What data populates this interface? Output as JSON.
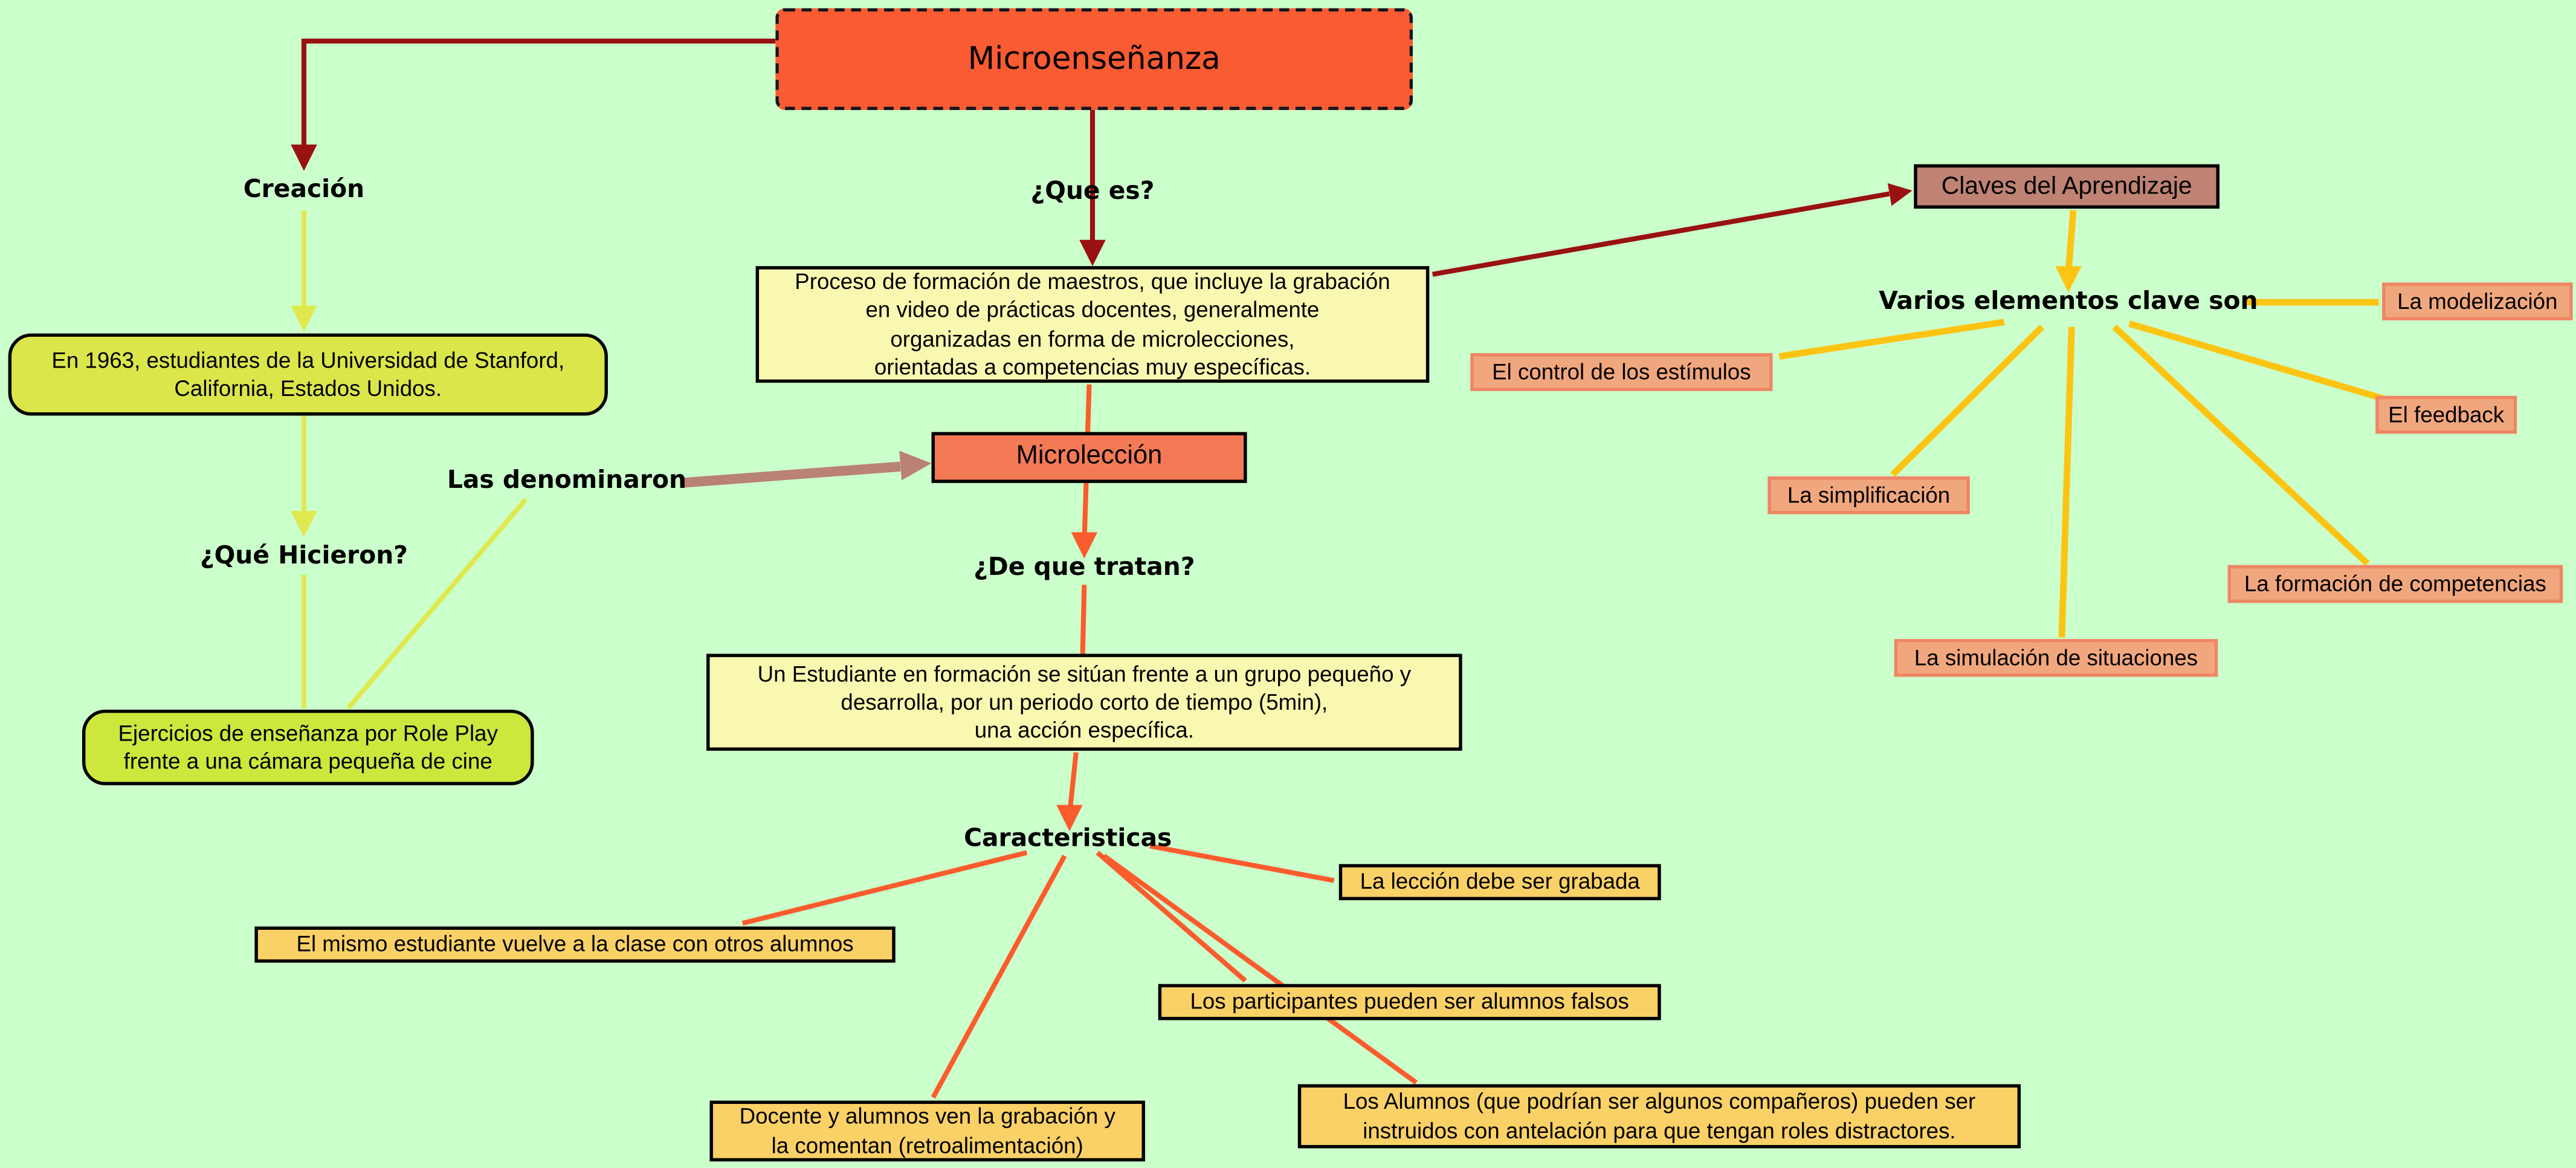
{
  "colors": {
    "page_bg": "#cbffcb",
    "dark_red": "#991111",
    "yellow_green": "#dfe94f",
    "orange": "#fb5c2d",
    "amber": "#fdc414",
    "rosy": "#ba8176",
    "title_fill": "#f95b33",
    "green_box_fill": "#dbe64b",
    "roleplay_fill": "#cde73d",
    "pale_yellow_fill": "#f8f8b0",
    "microleccion_fill": "#f47a55",
    "claves_fill": "#bf8273",
    "salmon_fill": "#f1a77e",
    "salmon_border": "#ef8663",
    "gold_fill": "#fad166"
  },
  "nodes": {
    "title": "Microenseñanza",
    "creacion": "Creación",
    "stanford": "En 1963, estudiantes de la Universidad de Stanford,\nCalifornia, Estados Unidos.",
    "que_es": "¿Que es?",
    "proceso": "Proceso de formación de maestros, que incluye la grabación\nen video de prácticas docentes, generalmente\norganizadas en forma de microlecciones,\norientadas a competencias muy específicas.",
    "claves": "Claves del Aprendizaje",
    "varios": "Varios elementos clave son",
    "modelizacion": "La modelización",
    "control": "El control de los estímulos",
    "feedback": "El feedback",
    "simplificacion": "La simplificación",
    "formacion": "La formación de competencias",
    "simulacion": "La simulación de situaciones",
    "las_denominaron": "Las denominaron",
    "microleccion": "Microlección",
    "que_hicieron": "¿Qué Hicieron?",
    "roleplay": "Ejercicios de enseñanza por Role Play\nfrente a una cámara pequeña de cine",
    "de_que_tratan": "¿De que tratan?",
    "estudiante": "Un Estudiante en formación se sitúan frente a un grupo pequeño y\ndesarrolla, por un periodo corto de tiempo (5min),\nuna acción específica.",
    "caracteristicas": "Caracteristicas",
    "grabada": "La lección debe ser grabada",
    "mismo_estudiante": "El mismo estudiante vuelve a la clase con otros alumnos",
    "participantes": "Los participantes pueden ser alumnos falsos",
    "docente": "Docente y alumnos ven la grabación y\nla comentan (retroalimentación)",
    "alumnos_instruidos": "Los Alumnos (que podrían ser algunos compañeros) pueden ser\ninstruidos con antelación para que tengan roles distractores."
  }
}
